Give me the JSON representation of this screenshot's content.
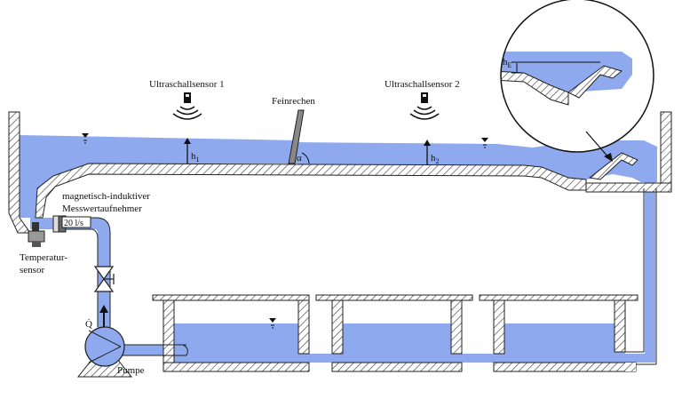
{
  "labels": {
    "sensor1": "Ultraschallsensor 1",
    "sensor2": "Ultraschallsensor 2",
    "rake": "Feinrechen",
    "flowmeter_line1": "magnetisch-induktiver",
    "flowmeter_line2": "Messwertaufnehmer",
    "flow_display": "20 l/s",
    "temp_line1": "Temperatur-",
    "temp_line2": "sensor",
    "pump": "Pumpe",
    "flow_symbol": "Q̇",
    "angle": "α",
    "h1": "h",
    "h1_sub": "1",
    "h2": "h",
    "h2_sub": "2",
    "hE": "h",
    "hE_sub": "E"
  },
  "colors": {
    "water": "#8fa9ef",
    "wall": "#ffffff",
    "outline": "#222222",
    "hatch": "#333333"
  }
}
